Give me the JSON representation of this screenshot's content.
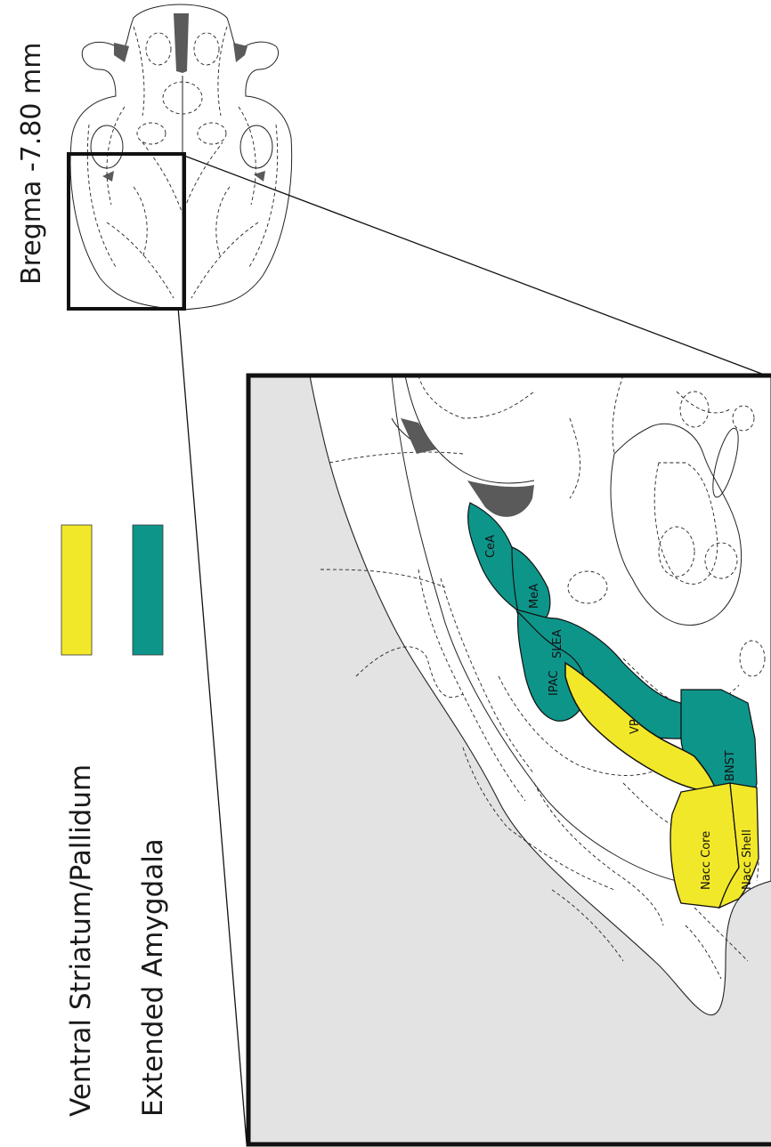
{
  "title": "Bregma -7.80 mm",
  "legend": [
    {
      "label": "Ventral Striatum/Pallidum",
      "color": "#f2e82a"
    },
    {
      "label": "Extended Amygdala",
      "color": "#0e958a"
    }
  ],
  "regions": {
    "cea": "CeA",
    "mea": "MeA",
    "slea": "SLEA",
    "ipac": "IPAC",
    "vp": "VP",
    "bnst": "BNST",
    "nacc_core": "Nacc Core",
    "nacc_shell": "Nacc Shell"
  },
  "colors": {
    "inset_background": "#e3e3e3",
    "ventral_striatum": "#f2e82a",
    "extended_amygdala": "#0e958a",
    "dark_structure": "#5a5a5a"
  }
}
